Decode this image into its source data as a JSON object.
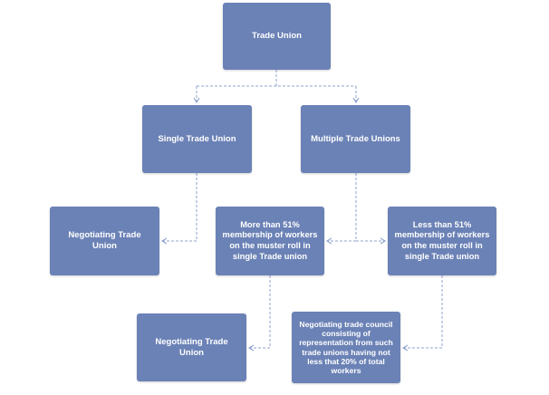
{
  "nodes": {
    "trade_union": "Trade Union",
    "single_trade_union": "Single Trade Union",
    "multiple_trade_unions": "Multiple Trade Unions",
    "negotiating_union_left": "Negotiating Trade Union",
    "more_than_51": "More than 51% membership of workers on the muster roll in single Trade union",
    "less_than_51": "Less than 51% membership of workers on the muster roll in single Trade union",
    "negotiating_union_bottom": "Negotiating Trade Union",
    "negotiating_council": "Negotiating trade council consisting of representation from such trade unions having not less that 20% of total workers"
  },
  "colors": {
    "box_fill": "#6b82b6",
    "box_text": "#ffffff",
    "connector": "#8fa3cf"
  }
}
